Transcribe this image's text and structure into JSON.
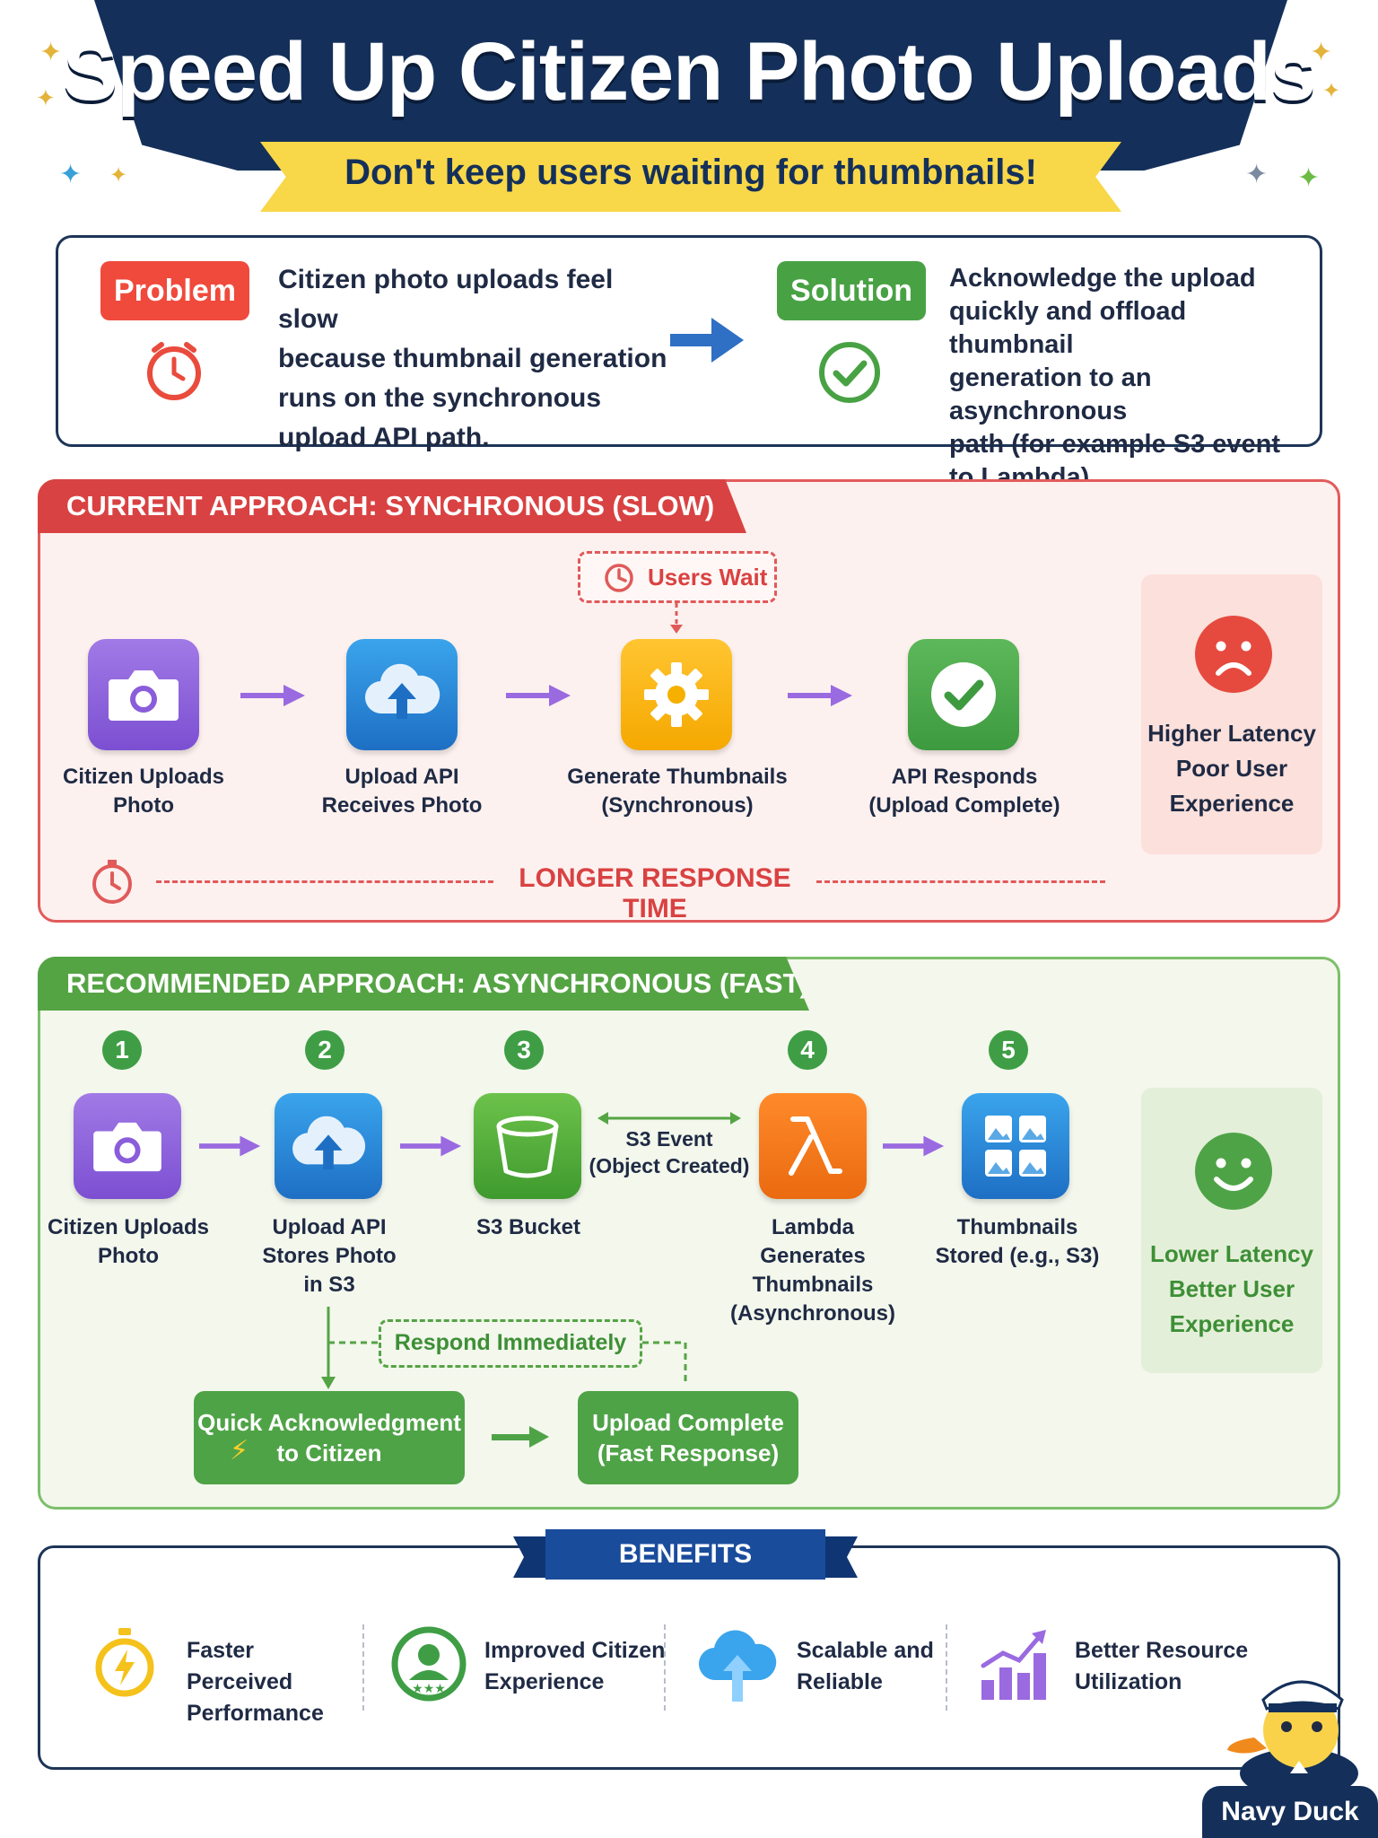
{
  "header": {
    "title": "Speed Up Citizen Photo Uploads",
    "subtitle": "Don't keep users waiting for thumbnails!"
  },
  "problem": {
    "label": "Problem",
    "text_lines": [
      "Citizen photo uploads feel slow",
      "because thumbnail generation",
      "runs on the synchronous",
      "upload API path."
    ]
  },
  "solution": {
    "label": "Solution",
    "text_lines": [
      "Acknowledge the upload",
      "quickly and offload thumbnail",
      "generation to an asynchronous",
      "path (for example S3 event",
      "to Lambda)."
    ]
  },
  "current": {
    "heading": "CURRENT APPROACH: SYNCHRONOUS (SLOW)",
    "wait_label": "Users Wait",
    "steps": [
      {
        "line1": "Citizen Uploads",
        "line2": "Photo"
      },
      {
        "line1": "Upload API",
        "line2": "Receives Photo"
      },
      {
        "line1": "Generate Thumbnails",
        "line2": "(Synchronous)"
      },
      {
        "line1": "API Responds",
        "line2": "(Upload Complete)"
      }
    ],
    "outcome_lines": [
      "Higher Latency",
      "Poor User",
      "Experience"
    ],
    "response_label": "LONGER RESPONSE TIME"
  },
  "recommended": {
    "heading": "RECOMMENDED APPROACH: ASYNCHRONOUS (FAST)",
    "steps": [
      {
        "num": "1",
        "lines": [
          "Citizen Uploads",
          "Photo"
        ]
      },
      {
        "num": "2",
        "lines": [
          "Upload API",
          "Stores Photo",
          "in S3"
        ]
      },
      {
        "num": "3",
        "lines": [
          "S3 Bucket"
        ]
      },
      {
        "num": "4",
        "lines": [
          "Lambda",
          "Generates",
          "Thumbnails",
          "(Asynchronous)"
        ]
      },
      {
        "num": "5",
        "lines": [
          "Thumbnails",
          "Stored (e.g., S3)"
        ]
      }
    ],
    "event_lines": [
      "S3 Event",
      "(Object Created)"
    ],
    "respond_label": "Respond Immediately",
    "ack_lines": [
      "Quick Acknowledgment",
      "to Citizen"
    ],
    "complete_lines": [
      "Upload Complete",
      "(Fast Response)"
    ],
    "outcome_lines": [
      "Lower Latency",
      "Better User",
      "Experience"
    ]
  },
  "benefits": {
    "heading": "BENEFITS",
    "items": [
      {
        "line1": "Faster Perceived",
        "line2": "Performance",
        "icon": "stopwatch-icon"
      },
      {
        "line1": "Improved Citizen",
        "line2": "Experience",
        "icon": "citizen-badge-icon"
      },
      {
        "line1": "Scalable and",
        "line2": "Reliable",
        "icon": "cloud-upload-icon"
      },
      {
        "line1": "Better Resource",
        "line2": "Utilization",
        "icon": "growth-chart-icon"
      }
    ]
  },
  "mascot": {
    "label": "Navy Duck"
  },
  "colors": {
    "navy": "#14305a",
    "yellow": "#f8d748",
    "red": "#d94242",
    "green": "#55a444",
    "purple": "#8b5cd6",
    "blue": "#2d8ad8",
    "orange": "#f07a1a",
    "amber": "#f5b400"
  }
}
